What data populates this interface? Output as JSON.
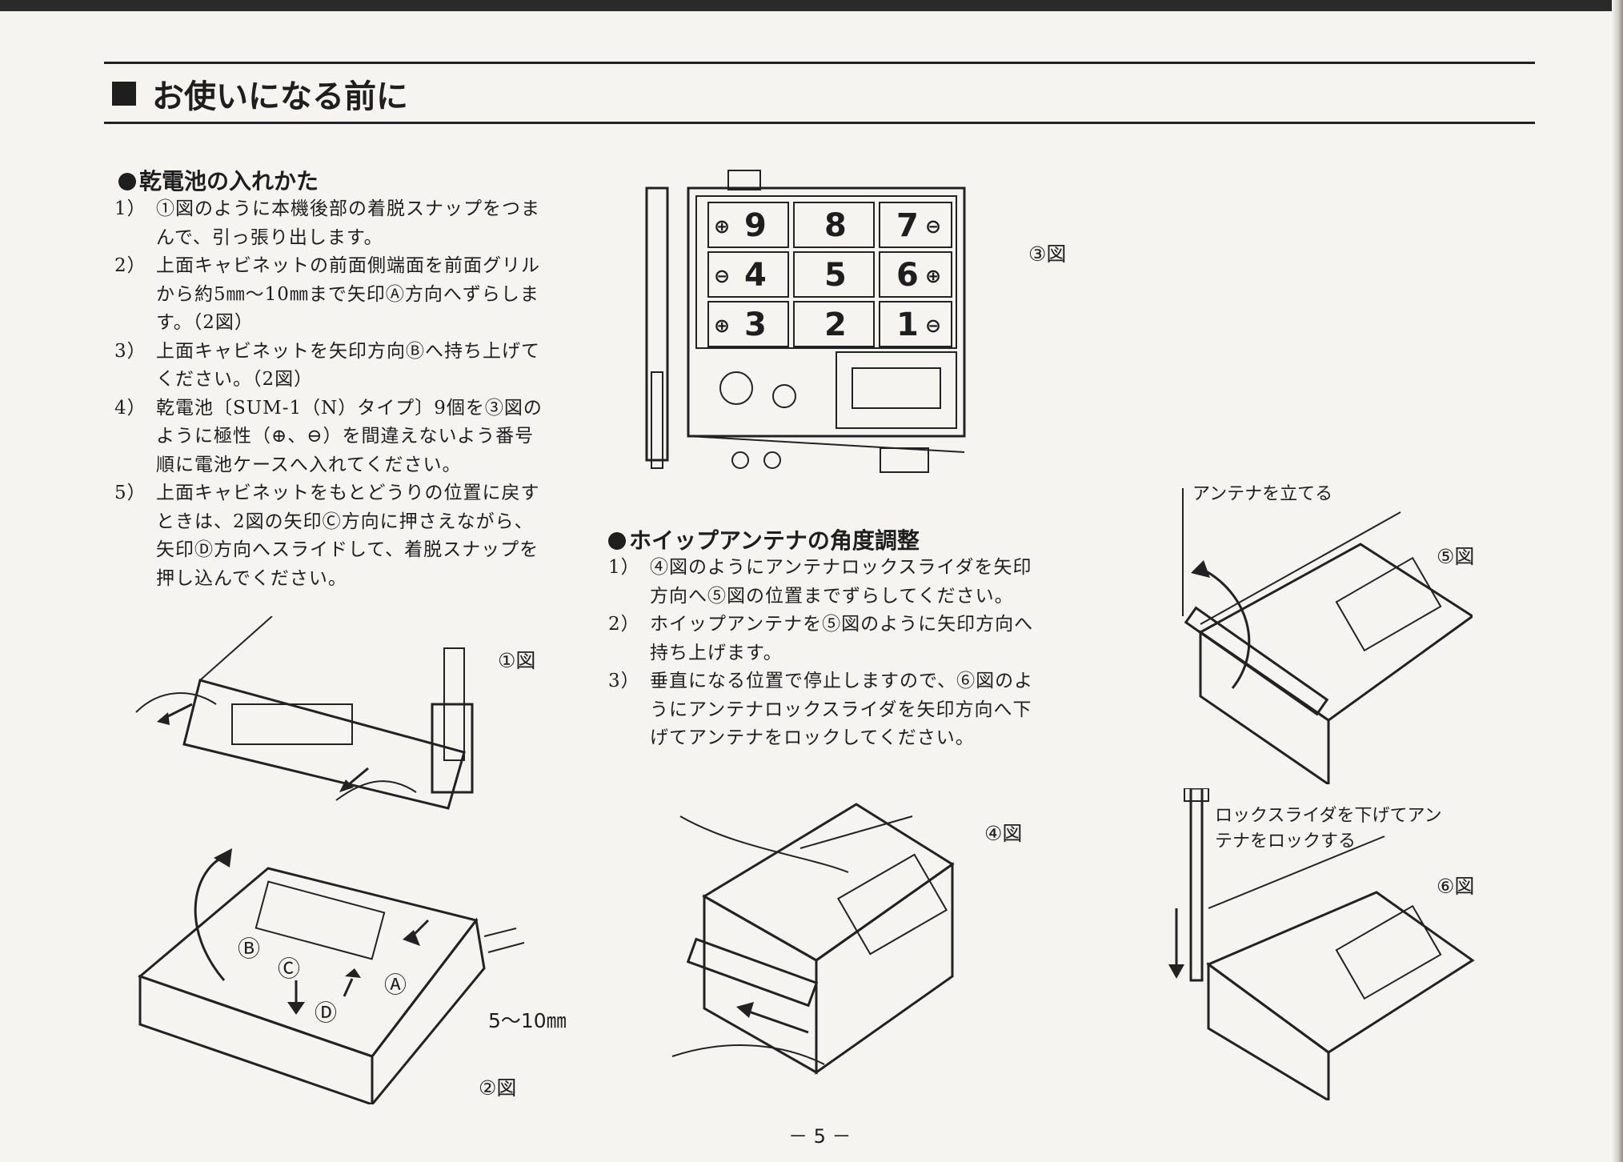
{
  "page": {
    "title": "お使いになる前に",
    "page_number": "－ 5 －"
  },
  "battery_section": {
    "title": "乾電池の入れかた",
    "steps": [
      {
        "num": "1）",
        "text": "①図のように本機後部の着脱スナップをつまんで、引っ張り出します。"
      },
      {
        "num": "2）",
        "text": "上面キャビネットの前面側端面を前面グリルから約5㎜〜10㎜まで矢印Ⓐ方向へずらします。（2図）"
      },
      {
        "num": "3）",
        "text": "上面キャビネットを矢印方向Ⓑへ持ち上げてください。（2図）"
      },
      {
        "num": "4）",
        "text": "乾電池〔SUM-1（N）タイプ〕9個を③図のように極性（⊕、⊖）を間違えないよう番号順に電池ケースへ入れてください。"
      },
      {
        "num": "5）",
        "text": "上面キャビネットをもとどうりの位置に戻すときは、2図の矢印Ⓒ方向に押さえながら、矢印Ⓓ方向へスライドして、着脱スナップを押し込んでください。"
      }
    ]
  },
  "antenna_section": {
    "title": "ホイップアンテナの角度調整",
    "steps": [
      {
        "num": "1）",
        "text": "④図のようにアンテナロックスライダを矢印方向へ⑤図の位置までずらしてください。"
      },
      {
        "num": "2）",
        "text": "ホイップアンテナを⑤図のように矢印方向へ持ち上げます。"
      },
      {
        "num": "3）",
        "text": "垂直になる位置で停止しますので、⑥図のようにアンテナロックスライダを矢印方向へ下げてアンテナをロックしてください。"
      }
    ]
  },
  "figures": {
    "fig1": "①図",
    "fig2": "②図",
    "fig3": "③図",
    "fig4": "④図",
    "fig5": "⑤図",
    "fig6": "⑥図"
  },
  "fig2_labels": {
    "a": "Ⓐ",
    "b": "Ⓑ",
    "c": "Ⓒ",
    "d": "Ⓓ",
    "gap": "5〜10㎜"
  },
  "fig3_batteries": [
    {
      "n": "9",
      "pol": "⊕"
    },
    {
      "n": "8",
      "pol": ""
    },
    {
      "n": "7",
      "pol": "⊖"
    },
    {
      "n": "4",
      "pol": "⊖"
    },
    {
      "n": "5",
      "pol": ""
    },
    {
      "n": "6",
      "pol": "⊕"
    },
    {
      "n": "3",
      "pol": "⊕"
    },
    {
      "n": "2",
      "pol": ""
    },
    {
      "n": "1",
      "pol": "⊖"
    }
  ],
  "fig5_note": "アンテナを立てる",
  "fig6_note": "ロックスライダを下げてアンテナをロックする"
}
